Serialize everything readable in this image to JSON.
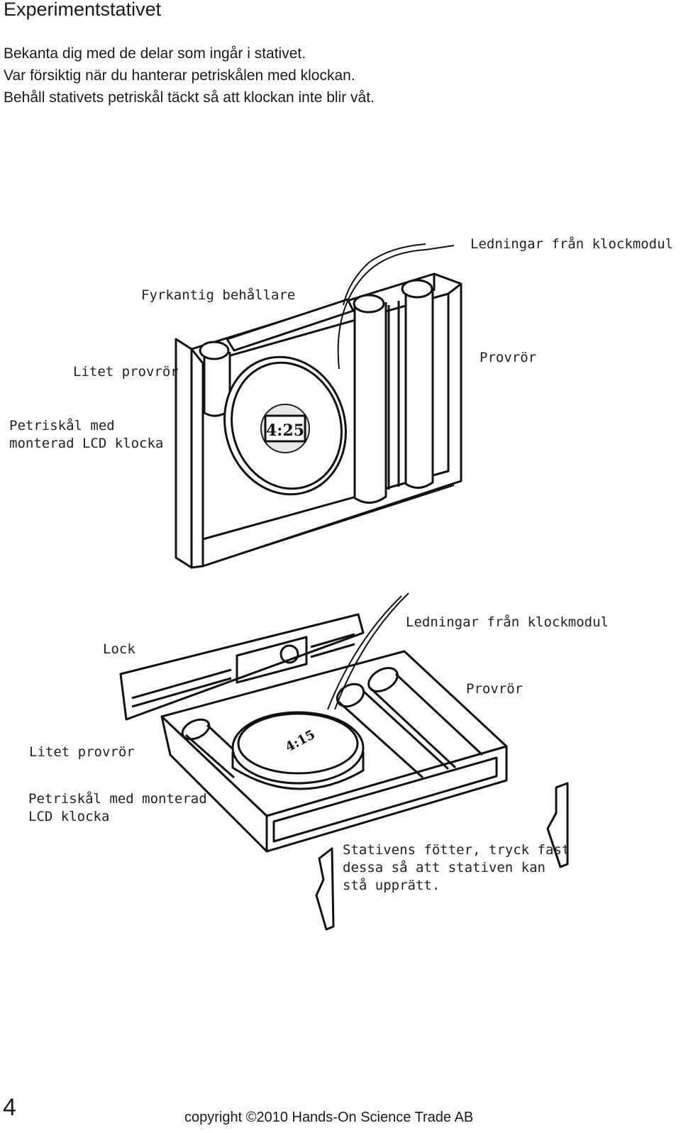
{
  "page": {
    "title": "Experimentstativet",
    "intro": [
      "Bekanta dig med de delar som ingår i stativet.",
      "Var försiktig när du hanterar petriskålen med klockan.",
      "Behåll stativets petriskål täckt så att klockan inte blir våt."
    ]
  },
  "figure_top": {
    "clock_display": "4:25",
    "labels": {
      "wires": "Ledningar från klockmodul",
      "square_container": "Fyrkantig behållare",
      "small_tube": "Litet provrör",
      "tube": "Provrör",
      "petri_line1": "Petriskål med",
      "petri_line2": "monterad LCD klocka"
    }
  },
  "figure_bottom": {
    "clock_display": "4:15",
    "labels": {
      "wires": "Ledningar från klockmodul",
      "lid": "Lock",
      "tube": "Provrör",
      "small_tube": "Litet provrör",
      "petri_line1": "Petriskål med monterad",
      "petri_line2": "LCD klocka",
      "feet_line1": "Stativens fötter, tryck fast",
      "feet_line2": "dessa så att stativen kan",
      "feet_line3": "stå upprätt."
    }
  },
  "footer": {
    "page_number": "4",
    "copyright": "copyright ©2010 Hands-On Science Trade AB"
  }
}
